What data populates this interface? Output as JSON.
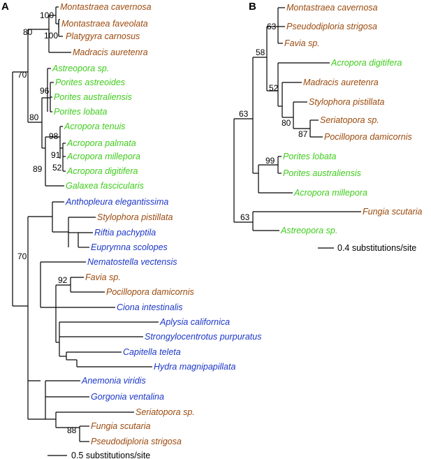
{
  "colors": {
    "brown": "#9c4a0e",
    "green": "#3fcc1c",
    "blue": "#1b36c7"
  },
  "panelA": {
    "label": "A",
    "scale_text": "0.5 substitutions/site",
    "taxa": [
      {
        "name": "Montastraea cavernosa",
        "color": "brown"
      },
      {
        "name": "Montastraea faveolata",
        "color": "brown"
      },
      {
        "name": "Platygyra carnosus",
        "color": "brown"
      },
      {
        "name": "Madracis auretenra",
        "color": "brown"
      },
      {
        "name": "Astreopora sp.",
        "color": "green"
      },
      {
        "name": "Porites astreoides",
        "color": "green"
      },
      {
        "name": "Porites australiensis",
        "color": "green"
      },
      {
        "name": "Porites lobata",
        "color": "green"
      },
      {
        "name": "Acropora tenuis",
        "color": "green"
      },
      {
        "name": "Acropora palmata",
        "color": "green"
      },
      {
        "name": "Acropora millepora",
        "color": "green"
      },
      {
        "name": "Acropora digitifera",
        "color": "green"
      },
      {
        "name": "Galaxea fascicularis",
        "color": "green"
      },
      {
        "name": "Anthopleura elegantissima",
        "color": "blue"
      },
      {
        "name": "Stylophora pistillata",
        "color": "brown"
      },
      {
        "name": "Riftia pachyptila",
        "color": "blue"
      },
      {
        "name": "Euprymna scolopes",
        "color": "blue"
      },
      {
        "name": "Nematostella vectensis",
        "color": "blue"
      },
      {
        "name": "Favia sp.",
        "color": "brown"
      },
      {
        "name": "Pocillopora damicornis",
        "color": "brown"
      },
      {
        "name": "Ciona intestinalis",
        "color": "blue"
      },
      {
        "name": "Aplysia californica",
        "color": "blue"
      },
      {
        "name": "Strongylocentrotus purpuratus",
        "color": "blue"
      },
      {
        "name": "Capitella teleta",
        "color": "blue"
      },
      {
        "name": "Hydra magnipapillata",
        "color": "blue"
      },
      {
        "name": "Anemonia viridis",
        "color": "blue"
      },
      {
        "name": "Gorgonia ventalina",
        "color": "blue"
      },
      {
        "name": "Seriatopora sp.",
        "color": "brown"
      },
      {
        "name": "Fungia scutaria",
        "color": "brown"
      },
      {
        "name": "Pseudodiploria strigosa",
        "color": "brown"
      }
    ],
    "support_values": [
      "100",
      "100",
      "80",
      "70",
      "96",
      "80",
      "98",
      "91",
      "52",
      "89",
      "70",
      "92",
      "88"
    ]
  },
  "panelB": {
    "label": "B",
    "scale_text": "0.4 substitutions/site",
    "taxa": [
      {
        "name": "Montastraea cavernosa",
        "color": "brown"
      },
      {
        "name": "Pseudodiploria strigosa",
        "color": "brown"
      },
      {
        "name": "Favia sp.",
        "color": "brown"
      },
      {
        "name": "Acropora digitifera",
        "color": "green"
      },
      {
        "name": "Madracis auretenra",
        "color": "brown"
      },
      {
        "name": "Stylophora pistillata",
        "color": "brown"
      },
      {
        "name": "Seriatopora sp.",
        "color": "brown"
      },
      {
        "name": "Pocillopora damicornis",
        "color": "brown"
      },
      {
        "name": "Porites lobata",
        "color": "green"
      },
      {
        "name": "Porites australiensis",
        "color": "green"
      },
      {
        "name": "Acropora millepora",
        "color": "green"
      },
      {
        "name": "Fungia scutaria",
        "color": "brown"
      },
      {
        "name": "Astreopora sp.",
        "color": "green"
      }
    ],
    "support_values": [
      "63",
      "58",
      "52",
      "80",
      "87",
      "63",
      "99",
      "63"
    ]
  }
}
